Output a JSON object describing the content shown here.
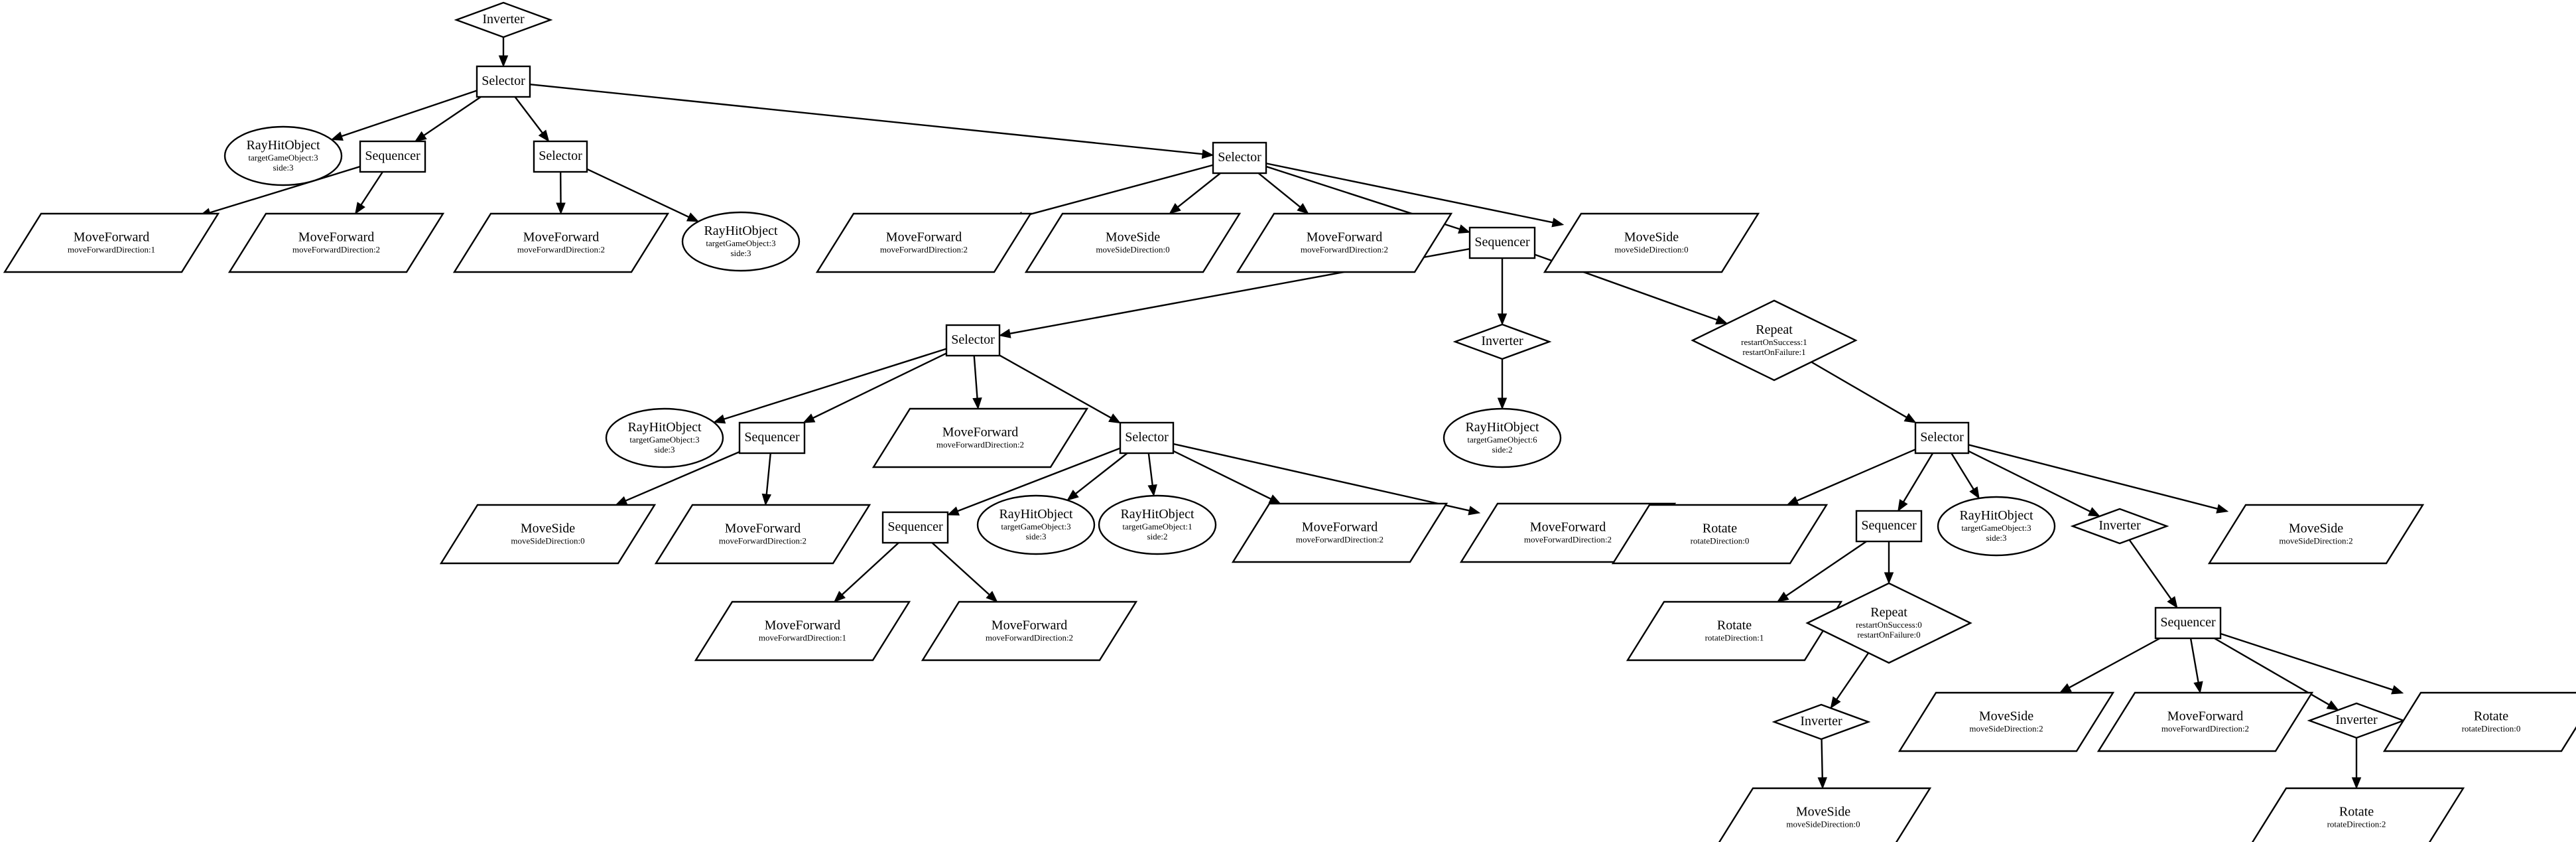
{
  "nodes": {
    "n1": {
      "label": "Inverter"
    },
    "n2": {
      "label": "Selector"
    },
    "n3": {
      "label": "RayHitObject",
      "params": [
        "targetGameObject:3",
        "side:3"
      ]
    },
    "n4": {
      "label": "Sequencer"
    },
    "n5": {
      "label": "Selector"
    },
    "n6": {
      "label": "Selector"
    },
    "n7": {
      "label": "MoveForward",
      "params": [
        "moveForwardDirection:1"
      ]
    },
    "n8": {
      "label": "MoveForward",
      "params": [
        "moveForwardDirection:2"
      ]
    },
    "n9": {
      "label": "MoveForward",
      "params": [
        "moveForwardDirection:2"
      ]
    },
    "n10": {
      "label": "RayHitObject",
      "params": [
        "targetGameObject:3",
        "side:3"
      ]
    },
    "n11": {
      "label": "MoveForward",
      "params": [
        "moveForwardDirection:2"
      ]
    },
    "n12": {
      "label": "MoveSide",
      "params": [
        "moveSideDirection:0"
      ]
    },
    "n13": {
      "label": "MoveForward",
      "params": [
        "moveForwardDirection:2"
      ]
    },
    "n14": {
      "label": "Sequencer"
    },
    "n15": {
      "label": "MoveSide",
      "params": [
        "moveSideDirection:0"
      ]
    },
    "n16": {
      "label": "Selector"
    },
    "n17": {
      "label": "Inverter"
    },
    "n18": {
      "label": "Repeat",
      "params": [
        "restartOnSuccess:1",
        "restartOnFailure:1"
      ]
    },
    "n19": {
      "label": "RayHitObject",
      "params": [
        "targetGameObject:3",
        "side:3"
      ]
    },
    "n20": {
      "label": "Sequencer"
    },
    "n21": {
      "label": "MoveForward",
      "params": [
        "moveForwardDirection:2"
      ]
    },
    "n22": {
      "label": "Selector"
    },
    "n23": {
      "label": "RayHitObject",
      "params": [
        "targetGameObject:6",
        "side:2"
      ]
    },
    "n24": {
      "label": "Selector"
    },
    "n25": {
      "label": "MoveSide",
      "params": [
        "moveSideDirection:0"
      ]
    },
    "n26": {
      "label": "MoveForward",
      "params": [
        "moveForwardDirection:2"
      ]
    },
    "n27": {
      "label": "Sequencer"
    },
    "n28": {
      "label": "RayHitObject",
      "params": [
        "targetGameObject:3",
        "side:3"
      ]
    },
    "n29": {
      "label": "RayHitObject",
      "params": [
        "targetGameObject:1",
        "side:2"
      ]
    },
    "n30": {
      "label": "MoveForward",
      "params": [
        "moveForwardDirection:2"
      ]
    },
    "n31": {
      "label": "MoveForward",
      "params": [
        "moveForwardDirection:2"
      ]
    },
    "n32": {
      "label": "Rotate",
      "params": [
        "rotateDirection:0"
      ]
    },
    "n33": {
      "label": "Sequencer"
    },
    "n34": {
      "label": "RayHitObject",
      "params": [
        "targetGameObject:3",
        "side:3"
      ]
    },
    "n35": {
      "label": "Inverter"
    },
    "n36": {
      "label": "MoveSide",
      "params": [
        "moveSideDirection:2"
      ]
    },
    "n37": {
      "label": "MoveForward",
      "params": [
        "moveForwardDirection:1"
      ]
    },
    "n38": {
      "label": "MoveForward",
      "params": [
        "moveForwardDirection:2"
      ]
    },
    "n39": {
      "label": "Rotate",
      "params": [
        "rotateDirection:1"
      ]
    },
    "n40": {
      "label": "Repeat",
      "params": [
        "restartOnSuccess:0",
        "restartOnFailure:0"
      ]
    },
    "n41": {
      "label": "Sequencer"
    },
    "n42": {
      "label": "Inverter"
    },
    "n43": {
      "label": "MoveSide",
      "params": [
        "moveSideDirection:2"
      ]
    },
    "n44": {
      "label": "MoveForward",
      "params": [
        "moveForwardDirection:2"
      ]
    },
    "n45": {
      "label": "Inverter"
    },
    "n46": {
      "label": "Rotate",
      "params": [
        "rotateDirection:0"
      ]
    },
    "n47": {
      "label": "MoveSide",
      "params": [
        "moveSideDirection:0"
      ]
    },
    "n48": {
      "label": "Rotate",
      "params": [
        "rotateDirection:2"
      ]
    }
  },
  "edges": [
    [
      "n1",
      "n2"
    ],
    [
      "n2",
      "n3"
    ],
    [
      "n2",
      "n4"
    ],
    [
      "n2",
      "n5"
    ],
    [
      "n2",
      "n6"
    ],
    [
      "n4",
      "n7"
    ],
    [
      "n4",
      "n8"
    ],
    [
      "n5",
      "n9"
    ],
    [
      "n5",
      "n10"
    ],
    [
      "n6",
      "n11"
    ],
    [
      "n6",
      "n12"
    ],
    [
      "n6",
      "n13"
    ],
    [
      "n6",
      "n14"
    ],
    [
      "n6",
      "n15"
    ],
    [
      "n14",
      "n16"
    ],
    [
      "n14",
      "n17"
    ],
    [
      "n14",
      "n18"
    ],
    [
      "n16",
      "n19"
    ],
    [
      "n16",
      "n20"
    ],
    [
      "n16",
      "n21"
    ],
    [
      "n16",
      "n22"
    ],
    [
      "n17",
      "n23"
    ],
    [
      "n18",
      "n24"
    ],
    [
      "n20",
      "n25"
    ],
    [
      "n20",
      "n26"
    ],
    [
      "n22",
      "n27"
    ],
    [
      "n22",
      "n28"
    ],
    [
      "n22",
      "n29"
    ],
    [
      "n22",
      "n30"
    ],
    [
      "n22",
      "n31"
    ],
    [
      "n24",
      "n32"
    ],
    [
      "n24",
      "n33"
    ],
    [
      "n24",
      "n34"
    ],
    [
      "n24",
      "n35"
    ],
    [
      "n24",
      "n36"
    ],
    [
      "n27",
      "n37"
    ],
    [
      "n27",
      "n38"
    ],
    [
      "n33",
      "n39"
    ],
    [
      "n33",
      "n40"
    ],
    [
      "n35",
      "n41"
    ],
    [
      "n40",
      "n42"
    ],
    [
      "n41",
      "n43"
    ],
    [
      "n41",
      "n44"
    ],
    [
      "n41",
      "n45"
    ],
    [
      "n41",
      "n46"
    ],
    [
      "n42",
      "n47"
    ],
    [
      "n45",
      "n48"
    ]
  ]
}
